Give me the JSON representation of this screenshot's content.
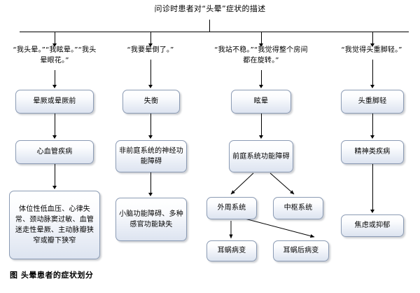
{
  "figure": {
    "title": "问诊时患者对“头晕”症状的描述",
    "caption": "图  头晕患者的症状划分"
  },
  "branches": [
    {
      "id": "presyncope",
      "quote": "“我头晕。”“我眩晕。”“我头晕眼花。”",
      "level1": "晕厥或晕厥前",
      "level2": "心血管疾病",
      "level3": "体位性低血压、心律失常、颈动脉窦过敏、血管迷走性晕厥、主动脉瓣狭窄或瓣下狭窄"
    },
    {
      "id": "disequilibrium",
      "quote": "“我要晕倒了。”",
      "level1": "失衡",
      "level2": "非前庭系统的神经功能障碍",
      "level3": "小脑功能障碍、多种感官功能缺失"
    },
    {
      "id": "vertigo",
      "quote": "“我站不稳。”“我觉得整个房间都在旋转。”",
      "level1": "眩晕",
      "level2": "前庭系统功能障碍",
      "level3_left": "外周系统",
      "level3_right": "中枢系统",
      "level4_left": "耳蜗病变",
      "level4_right": "耳蜗后病变"
    },
    {
      "id": "lightheaded",
      "quote": "“我觉得头重脚轻。”",
      "level1": "头重脚轻",
      "level2": "精神类疾病",
      "level3": "焦虑或抑郁"
    }
  ],
  "colors": {
    "box_border": "#8b9bb4",
    "box_fill_top": "#ffffff",
    "box_fill_bottom": "#dde4f0",
    "line": "#000000",
    "text": "#000000"
  }
}
